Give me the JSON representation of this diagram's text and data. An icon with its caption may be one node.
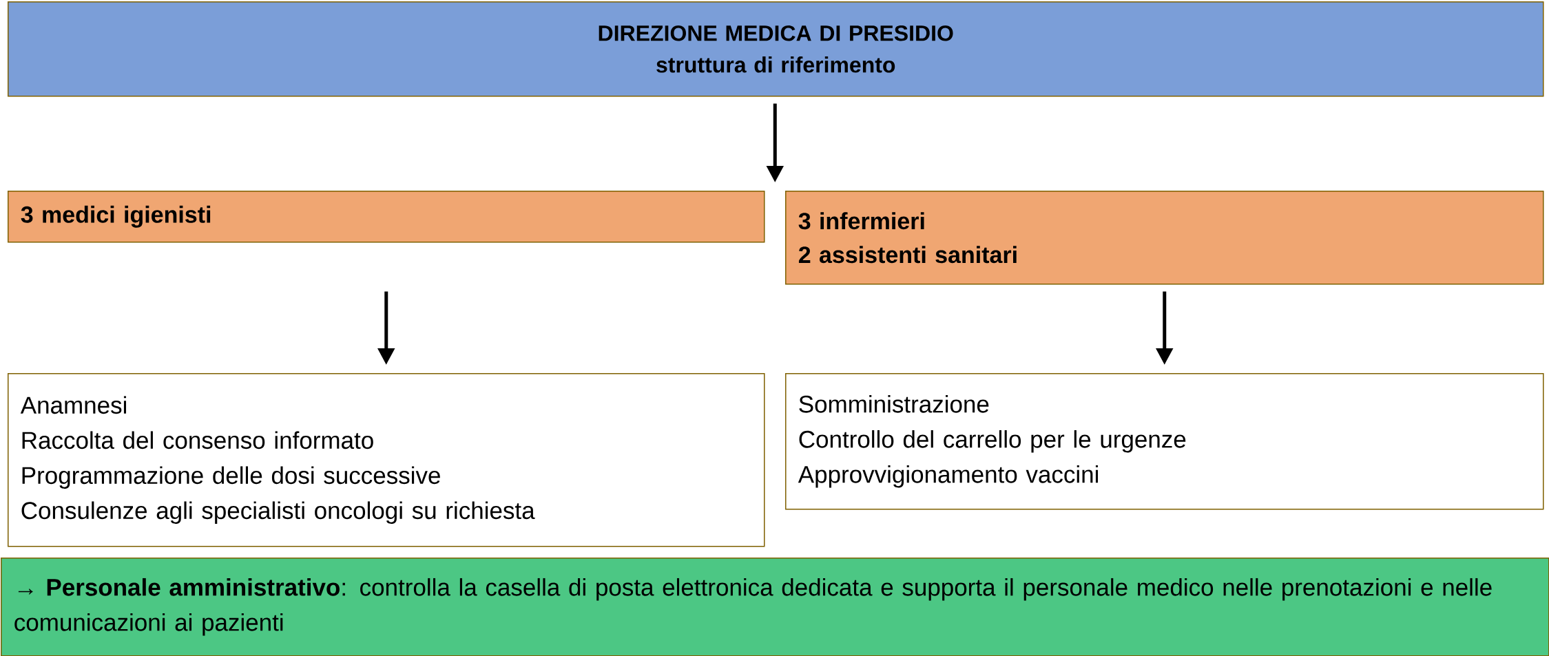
{
  "diagram": {
    "nodes": [
      {
        "text": [
          "DIREZIONE MEDICA DI PRESIDIO",
          "struttura di riferimento"
        ]
      },
      {
        "text": [
          "3 medici igienisti"
        ]
      },
      {
        "text": [
          "3 infermieri",
          "2 assistenti sanitari"
        ]
      },
      {
        "text": [
          "Anamnesi",
          "Raccolta del consenso informato",
          "Programmazione delle dosi successive",
          "Consulenze agli specialisti oncologi su richiesta"
        ]
      },
      {
        "text": [
          "Somministrazione",
          "Controllo del carrello per le urgenze",
          "Approvvigionamento vaccini"
        ]
      },
      {
        "text": [
          "→ **Personale amministrativo**: controlla la casella di posta elettronica dedicata e supporta il personale medico nelle prenotazioni e nelle comunicazioni ai pazienti"
        ]
      }
    ],
    "edges": [
      {
        "from": 0,
        "to": 1,
        "arrow": "to"
      },
      {
        "from": 0,
        "to": 2,
        "arrow": "to"
      },
      {
        "from": 1,
        "to": 3,
        "arrow": "to"
      },
      {
        "from": 2,
        "to": 4,
        "arrow": "to"
      }
    ]
  }
}
